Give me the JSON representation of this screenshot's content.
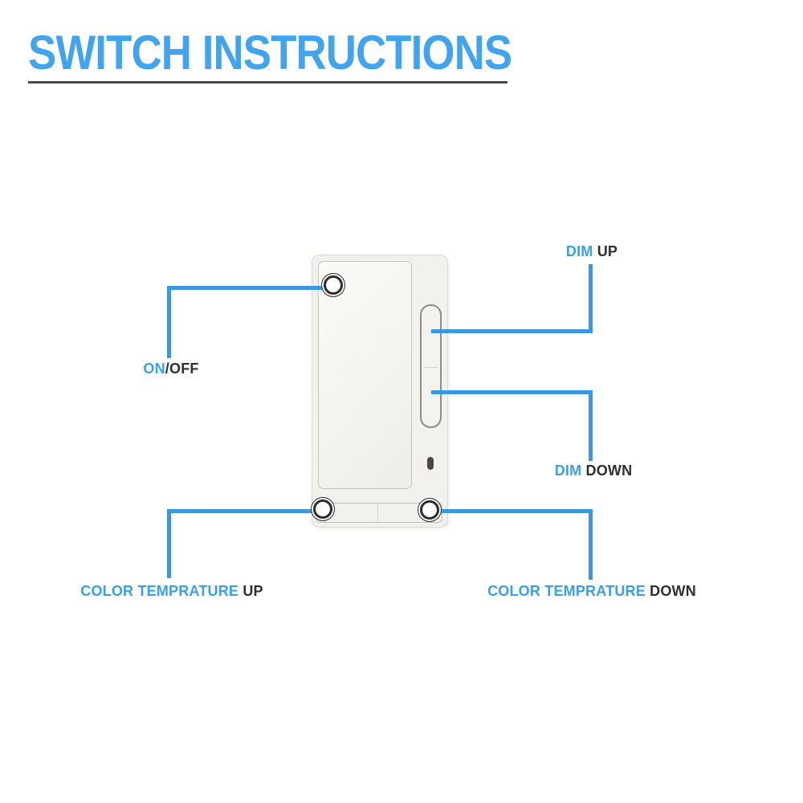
{
  "title": {
    "text": "SWITCH INSTRUCTIONS"
  },
  "colors": {
    "title_blue": "#41a4ec",
    "label_blue": "#3b9ee8",
    "connector_blue": "#3e96df",
    "dark_text": "#2f2f33",
    "underline": "#4b4b4b",
    "plate_fill": "#f3f1ed",
    "paddle_fill": "#faf9f6",
    "ring_dark": "#2b2b2b",
    "led_fill": "#4c4747",
    "background": "#ffffff"
  },
  "labels": {
    "dim_up": {
      "highlight": "DIM ",
      "rest": "UP"
    },
    "on_off": {
      "highlight": "ON",
      "rest": "/OFF"
    },
    "dim_down": {
      "highlight": "DIM ",
      "rest": "DOWN"
    },
    "color_temp_up": {
      "highlight": "COLOR TEMPRATURE ",
      "rest": "UP"
    },
    "color_temp_down": {
      "highlight": "COLOR TEMPRATURE ",
      "rest": "DOWN"
    }
  },
  "device": {
    "name": "dimmer-switch-illustration",
    "parts": [
      "switch-plate",
      "switch-paddle",
      "on-off-button",
      "dim-rocker",
      "status-led",
      "color-temp-rail",
      "color-temp-up-button",
      "color-temp-down-button"
    ]
  }
}
